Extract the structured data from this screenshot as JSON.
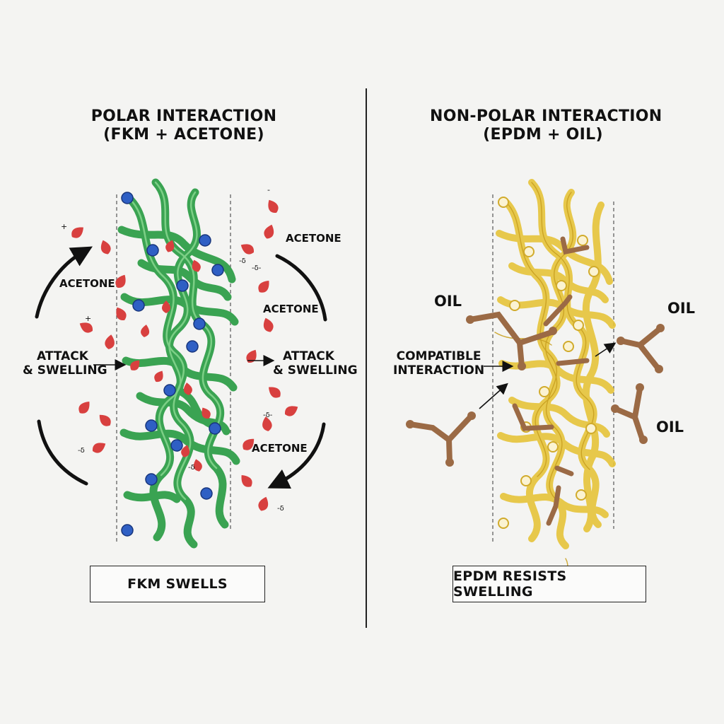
{
  "left": {
    "title_line1": "POLAR INTERACTION",
    "title_line2": "(FKM + ACETONE)",
    "solvent_labels": [
      "ACETONE",
      "ACETONE",
      "ACETONE",
      "ACETONE"
    ],
    "attack_label_line1": "ATTACK",
    "attack_label_line2": "& SWELLING",
    "result": "FKM SWELLS",
    "charge_marks": [
      "+",
      "-",
      "+",
      "-δ",
      "-δ",
      "-δ-",
      "-δ",
      "-δ-",
      "-δ"
    ]
  },
  "right": {
    "title_line1": "NON-POLAR INTERACTION",
    "title_line2": "(EPDM + OIL)",
    "oil_labels": [
      "OIL",
      "OIL",
      "OIL"
    ],
    "compatible_line1": "COMPATIBLE",
    "compatible_line2": "INTERACTION",
    "result": "EPDM RESISTS SWELLING"
  },
  "colors": {
    "fkm_chain": "#3aa352",
    "fkm_node": "#2f5fc4",
    "acetone": "#d8403f",
    "epdm_chain": "#e6c43a",
    "oil_molecule": "#9b6a45",
    "ink": "#111111"
  }
}
